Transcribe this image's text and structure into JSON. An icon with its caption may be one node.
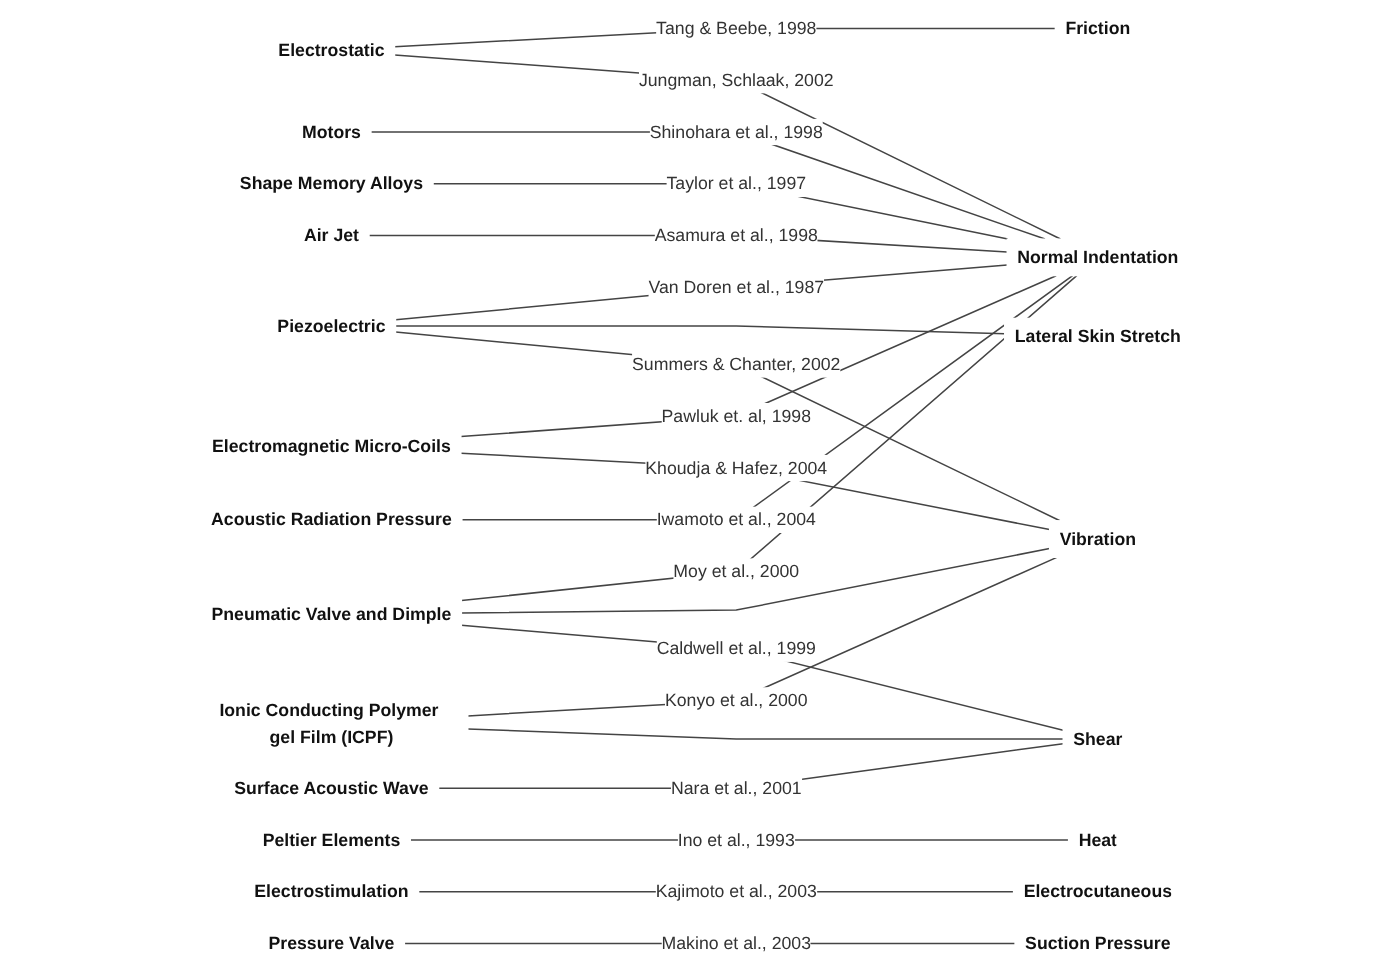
{
  "diagram": {
    "nodes": [
      {
        "text": [
          "Electrostatic"
        ]
      },
      {
        "text": [
          "Piezoelectric"
        ]
      },
      {
        "text": [
          "Motors"
        ]
      },
      {
        "text": [
          "Shape Memory Alloys"
        ]
      },
      {
        "text": [
          "Electromagnetic Micro-Coils"
        ]
      },
      {
        "text": [
          "Air Jet"
        ]
      },
      {
        "text": [
          "Pneumatic Valve and Dimple"
        ]
      },
      {
        "text": [
          "Peltier Elements"
        ]
      },
      {
        "text": [
          "Surface Acoustic Wave"
        ]
      },
      {
        "text": [
          "Acoustic Radiation Pressure"
        ]
      },
      {
        "text": [
          "Electrostimulation"
        ]
      },
      {
        "text": [
          "Ionic Conducting Polymer gel Film (ICPF)"
        ]
      },
      {
        "text": [
          "Pressure Valve"
        ]
      },
      {
        "text": [
          "Friction"
        ]
      },
      {
        "text": [
          "Normal Indentation"
        ]
      },
      {
        "text": [
          "Lateral Skin Stretch"
        ]
      },
      {
        "text": [
          "Vibration"
        ]
      },
      {
        "text": [
          "Heat"
        ]
      },
      {
        "text": [
          "Shear"
        ]
      },
      {
        "text": [
          "Electrocutaneous"
        ]
      },
      {
        "text": [
          "Suction Pressure"
        ]
      }
    ],
    "edges": [
      {
        "from": 0,
        "to": 13,
        "arrow": "none",
        "label": "Tang & Beebe, 1998"
      },
      {
        "from": 0,
        "to": 14,
        "arrow": "none",
        "label": "Jungman, Schlaak, 2002"
      },
      {
        "from": 1,
        "to": 14,
        "arrow": "none",
        "label": "Van Doren et al., 1987"
      },
      {
        "from": 1,
        "to": 15,
        "arrow": "none"
      },
      {
        "from": 1,
        "to": 16,
        "arrow": "none",
        "label": "Summers & Chanter, 2002"
      },
      {
        "from": 2,
        "to": 14,
        "arrow": "none",
        "label": "Shinohara et al., 1998"
      },
      {
        "from": 3,
        "to": 14,
        "arrow": "none",
        "label": "Taylor et al., 1997"
      },
      {
        "from": 4,
        "to": 14,
        "arrow": "none",
        "label": "Pawluk et. al, 1998"
      },
      {
        "from": 4,
        "to": 16,
        "arrow": "none",
        "label": "Khoudja & Hafez, 2004"
      },
      {
        "from": 5,
        "to": 14,
        "arrow": "none",
        "label": "Asamura et al., 1998"
      },
      {
        "from": 6,
        "to": 14,
        "arrow": "none",
        "label": "Moy et al., 2000"
      },
      {
        "from": 6,
        "to": 16,
        "arrow": "none"
      },
      {
        "from": 6,
        "to": 18,
        "arrow": "none",
        "label": "Caldwell et al., 1999"
      },
      {
        "from": 7,
        "to": 17,
        "arrow": "none",
        "label": "Ino et al., 1993"
      },
      {
        "from": 8,
        "to": 18,
        "arrow": "none",
        "label": "Nara et al., 2001"
      },
      {
        "from": 9,
        "to": 14,
        "arrow": "none",
        "label": "Iwamoto et al., 2004"
      },
      {
        "from": 10,
        "to": 19,
        "arrow": "none",
        "label": "Kajimoto et al., 2003"
      },
      {
        "from": 11,
        "to": 16,
        "arrow": "none",
        "label": "Konyo et al., 2000"
      },
      {
        "from": 11,
        "to": 18,
        "arrow": "none"
      },
      {
        "from": 12,
        "to": 20,
        "arrow": "none",
        "label": "Makino et al., 2003"
      }
    ]
  }
}
